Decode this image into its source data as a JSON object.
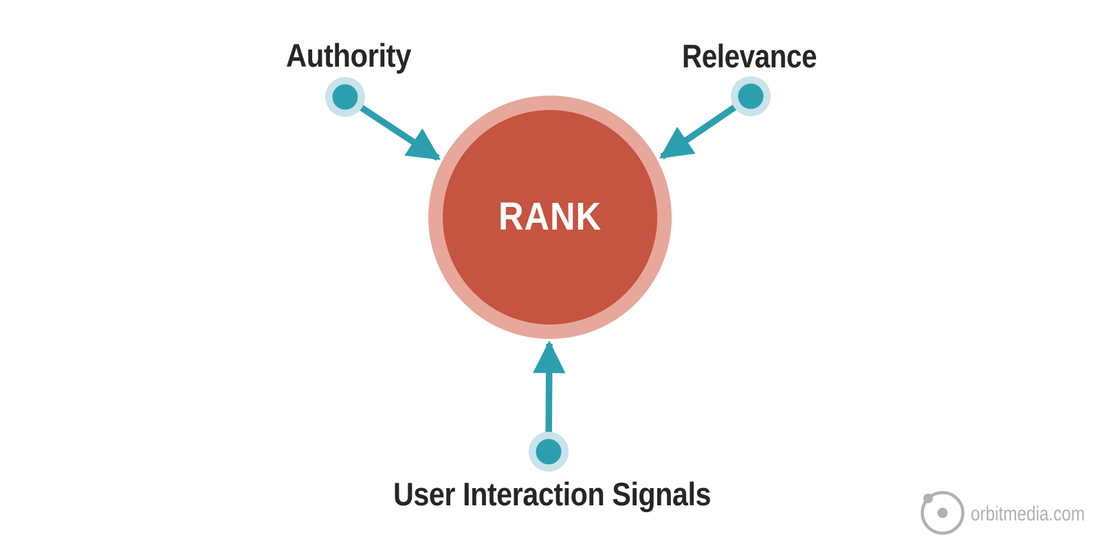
{
  "diagram": {
    "center_label": "RANK",
    "factors": {
      "authority": {
        "label": "Authority"
      },
      "relevance": {
        "label": "Relevance"
      },
      "user_interaction": {
        "label": "User Interaction Signals"
      }
    }
  },
  "watermark": {
    "text": "orbitmedia.com"
  },
  "colors": {
    "background": "#ffffff",
    "rank_circle_fill": "#c55440",
    "rank_circle_ring": "#e7a79b",
    "rank_label": "#ffffff",
    "arrow_teal": "#2c9faf",
    "dot_teal": "#2c9faf",
    "dot_halo": "#c8e3ea",
    "factor_label": "#272525",
    "watermark_gray": "#b1b1b1"
  }
}
